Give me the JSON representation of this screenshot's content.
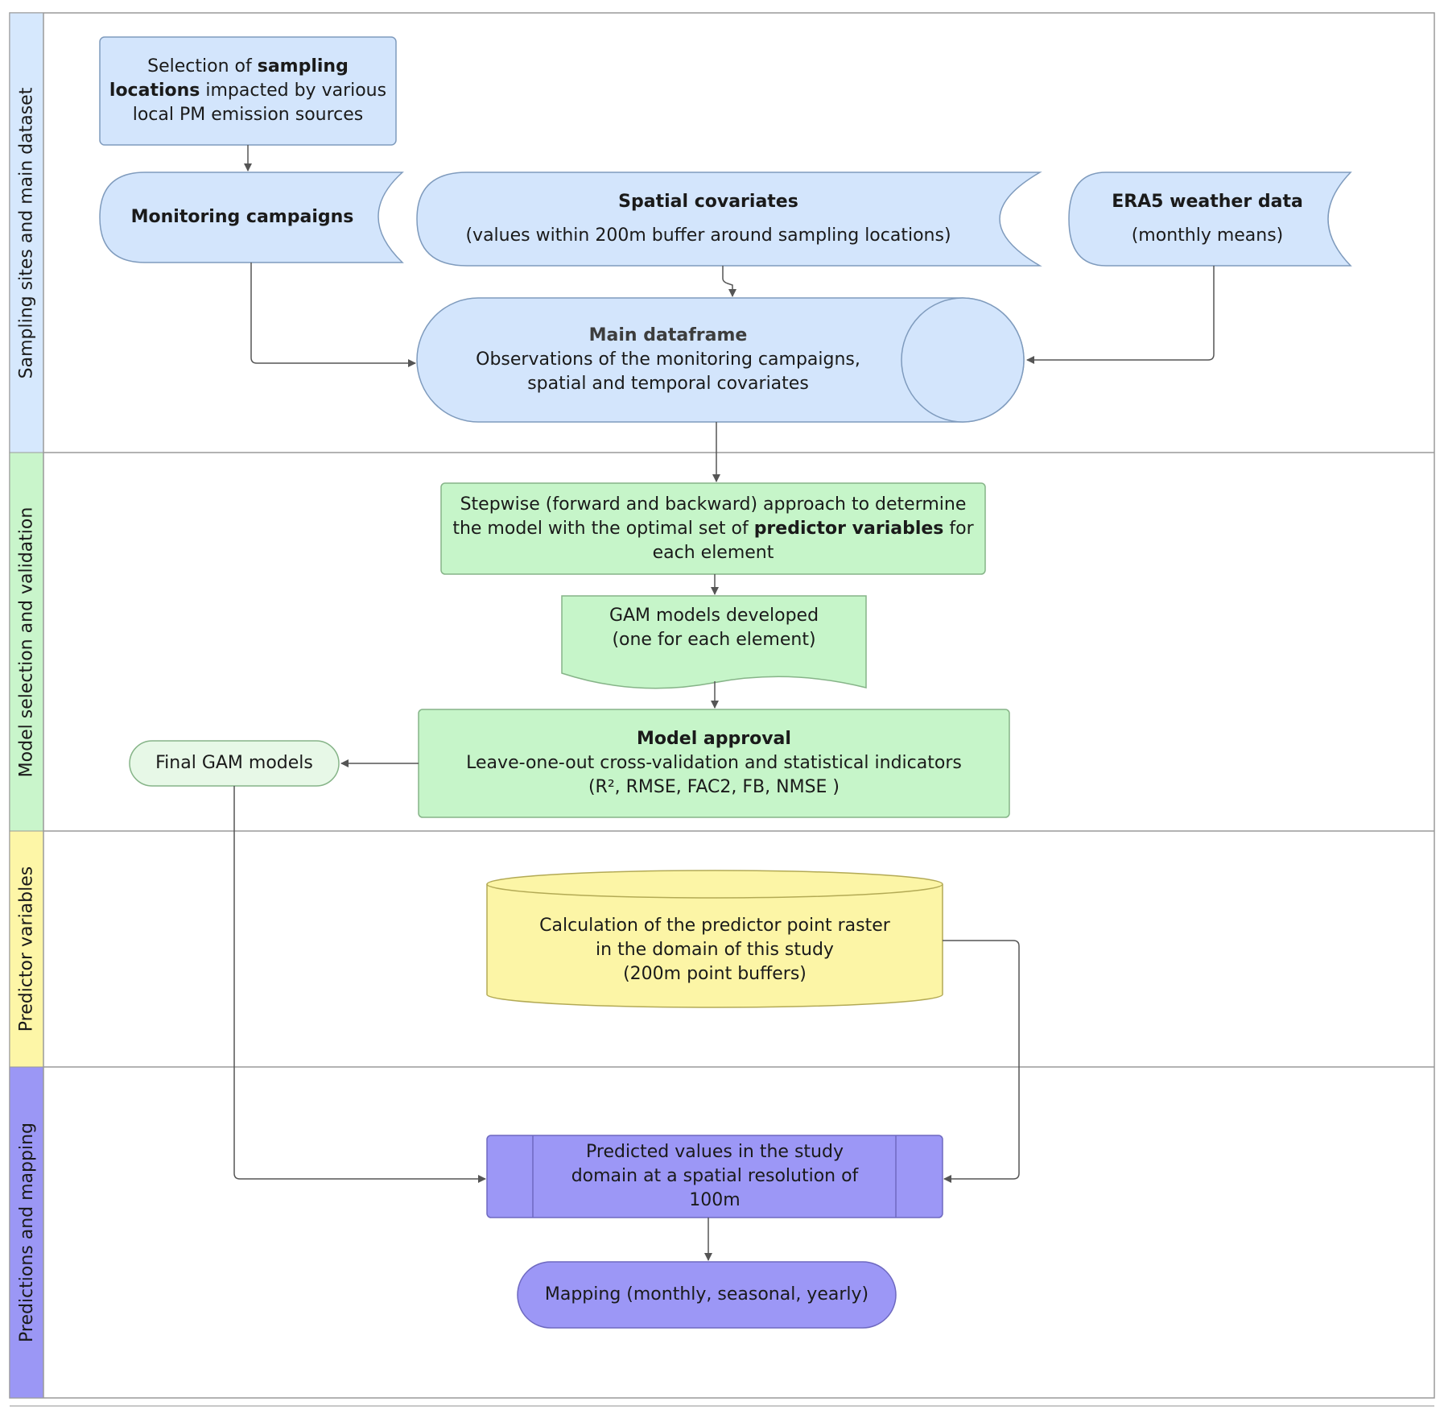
{
  "lanes": [
    {
      "label": "Sampling sites and main dataset",
      "color": "#d6e8fd"
    },
    {
      "label": "Model selection and validation",
      "color": "#c9f5cb"
    },
    {
      "label": "Predictor variables",
      "color": "#fdf6a7"
    },
    {
      "label": "Predictions and mapping",
      "color": "#9b97f5"
    }
  ],
  "nodes": {
    "selection": {
      "text_a": "Selection of ",
      "bold_a": "sampling locations",
      "text_b": " impacted by various local PM emission sources"
    },
    "monitoring": {
      "title": "Monitoring campaigns"
    },
    "spatial": {
      "title": "Spatial covariates",
      "subtitle": "(values within 200m buffer around sampling locations)"
    },
    "era5": {
      "title": "ERA5 weather data",
      "subtitle": "(monthly means)"
    },
    "main_df": {
      "title": "Main dataframe",
      "line1": "Observations of the monitoring campaigns,",
      "line2": "spatial and temporal covariates"
    },
    "stepwise": {
      "text_a": "Stepwise (forward and backward) approach to determine the model with the optimal set of ",
      "bold_a": "predictor variables",
      "text_b": " for each element"
    },
    "gam_dev": {
      "line1": "GAM models developed",
      "line2": "(one for each element)"
    },
    "approval": {
      "title": "Model approval",
      "line1": "Leave-one-out cross-validation and statistical indicators",
      "line2": "(R², RMSE, FAC2, FB, NMSE )"
    },
    "final_gam": {
      "label": "Final GAM models"
    },
    "raster": {
      "line1": "Calculation of the predictor point raster",
      "line2": "in the domain of this study",
      "line3": "(200m point buffers)"
    },
    "predicted": {
      "line1": "Predicted values in the study",
      "line2": "domain at a spatial resolution of",
      "line3": "100m"
    },
    "mapping": {
      "label": "Mapping (monthly, seasonal, yearly)"
    }
  },
  "colors": {
    "blue_fill": "#d3e5fc",
    "green_fill": "#c6f5c9",
    "light_green_fill": "#e7f8e7",
    "yellow_fill": "#fcf5a6",
    "purple_fill": "#9c97f6",
    "stroke": "#8a8a8a",
    "arrow": "#555555"
  }
}
